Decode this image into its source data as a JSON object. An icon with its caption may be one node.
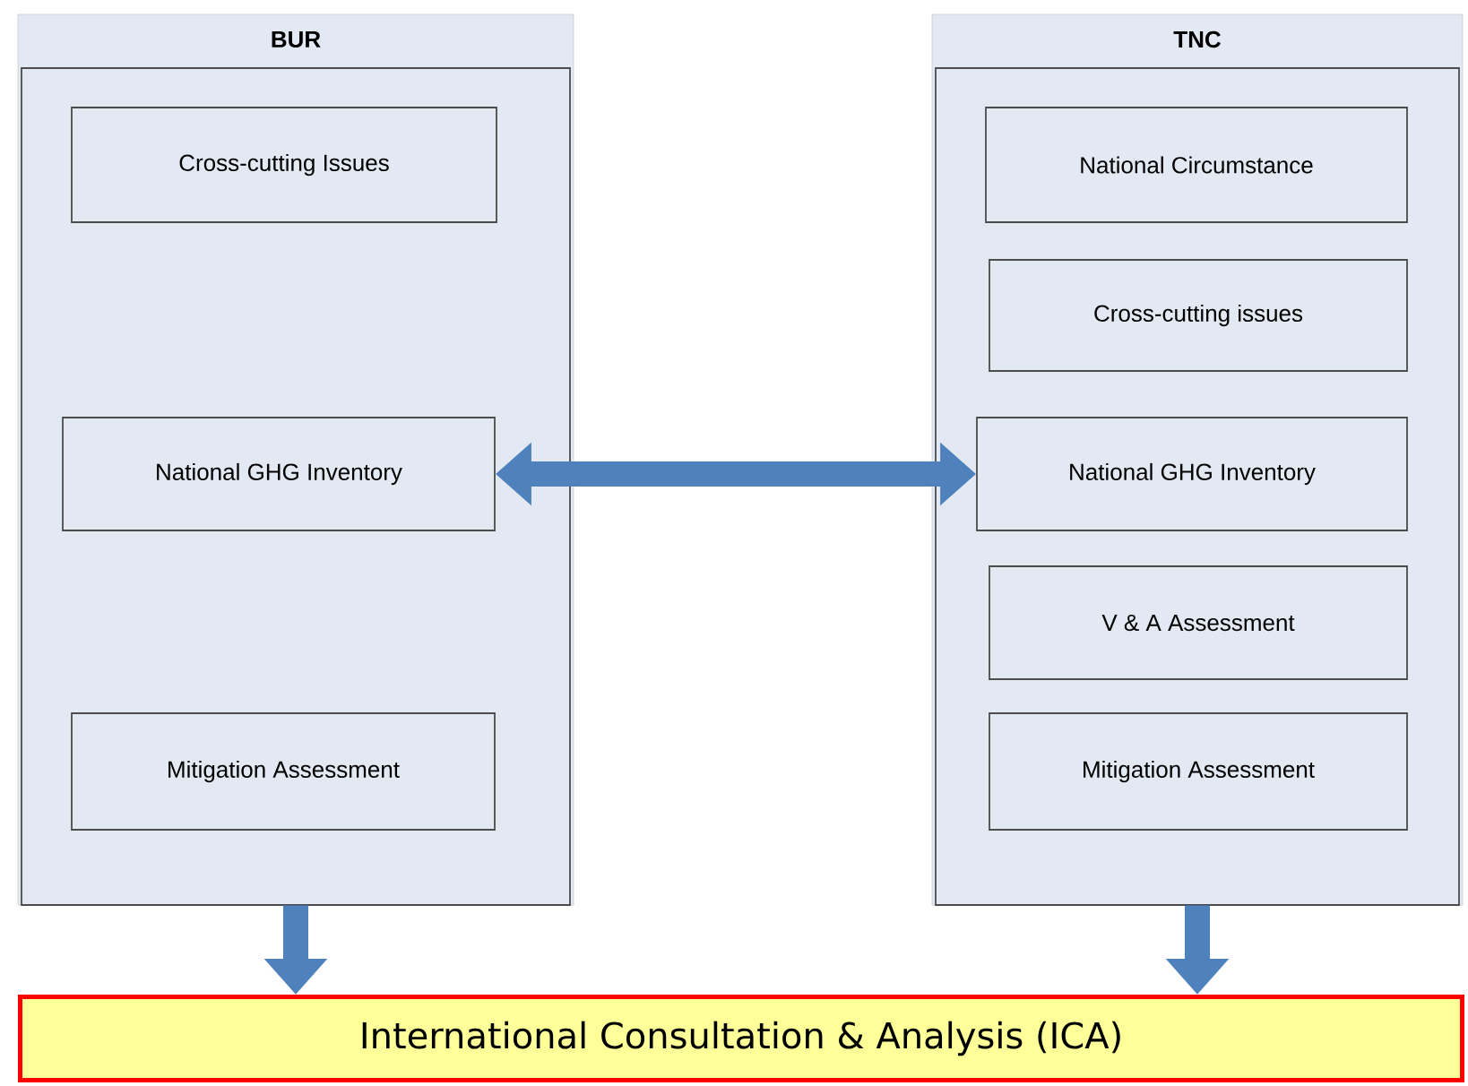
{
  "diagram": {
    "nodes": [
      {
        "text": [
          "BUR"
        ]
      },
      {
        "text": [
          "Cross-cutting Issues"
        ],
        "in": 0
      },
      {
        "text": [
          "National GHG Inventory"
        ],
        "in": 0
      },
      {
        "text": [
          "Mitigation Assessment"
        ],
        "in": 0
      },
      {
        "text": [
          "TNC"
        ]
      },
      {
        "text": [
          "National Circumstance"
        ],
        "in": 4
      },
      {
        "text": [
          "Cross-cutting issues"
        ],
        "in": 4
      },
      {
        "text": [
          "National GHG Inventory"
        ],
        "in": 4
      },
      {
        "text": [
          "V & A Assessment"
        ],
        "in": 4
      },
      {
        "text": [
          "Mitigation Assessment"
        ],
        "in": 4
      },
      {
        "text": [
          "International Consultation & Analysis (ICA)"
        ]
      }
    ],
    "edges": [
      {
        "from": 2,
        "to": 7,
        "arrow": "both"
      },
      {
        "from": 0,
        "to": 10,
        "arrow": "to"
      },
      {
        "from": 4,
        "to": 10,
        "arrow": "to"
      }
    ]
  }
}
